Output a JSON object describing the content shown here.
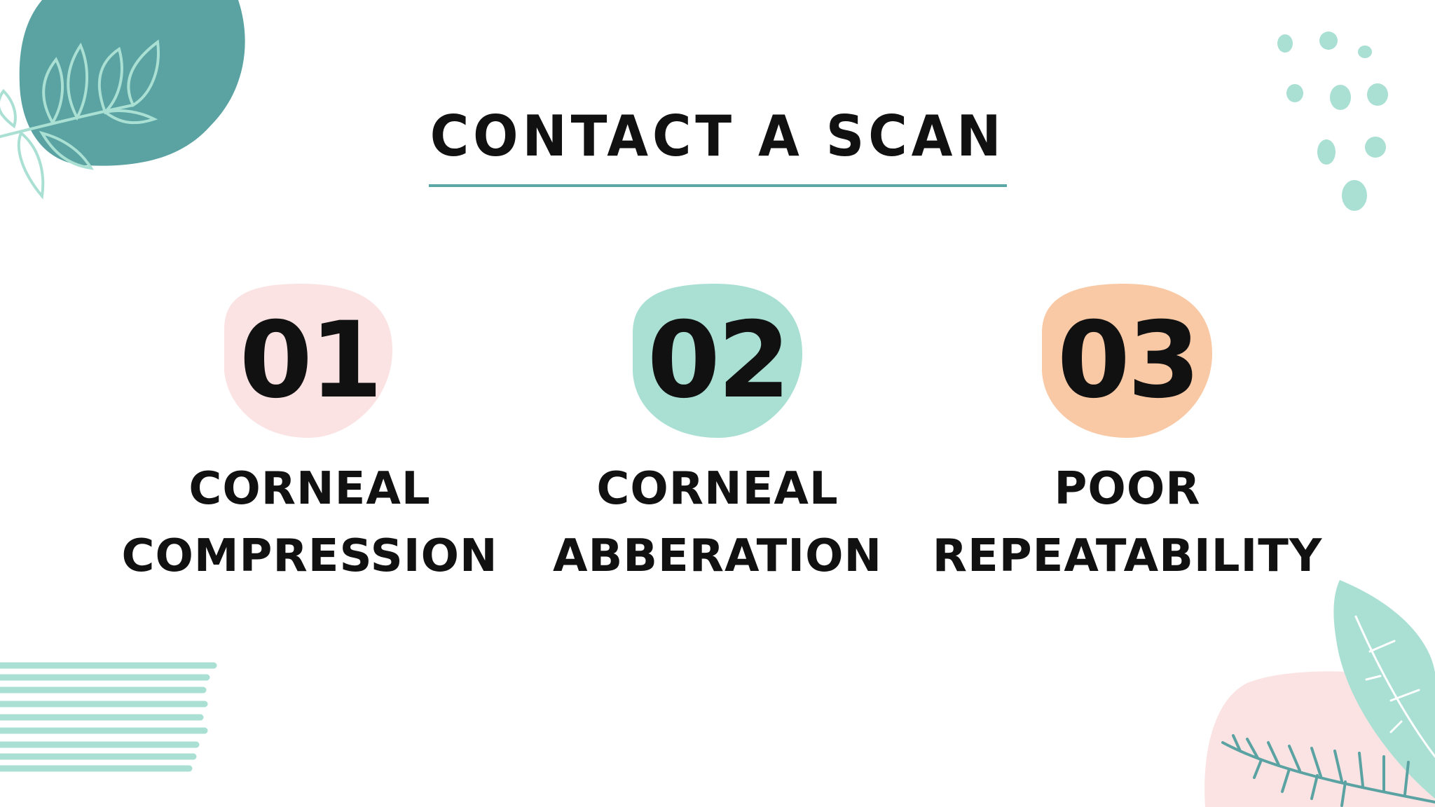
{
  "title": "CONTACT A SCAN",
  "items": [
    {
      "number": "01",
      "line1": "CORNEAL",
      "line2": "COMPRESSION",
      "blob_color": "#fbe3e4"
    },
    {
      "number": "02",
      "line1": "CORNEAL",
      "line2": "ABBERATION",
      "blob_color": "#a9e0d3"
    },
    {
      "number": "03",
      "line1": "POOR",
      "line2": "REPEATABILITY",
      "blob_color": "#f9c9a6"
    }
  ],
  "colors": {
    "accent_teal": "#5aa7a7",
    "mint": "#a9e0d3",
    "pink": "#fbe3e4",
    "peach": "#f9c9a6"
  }
}
